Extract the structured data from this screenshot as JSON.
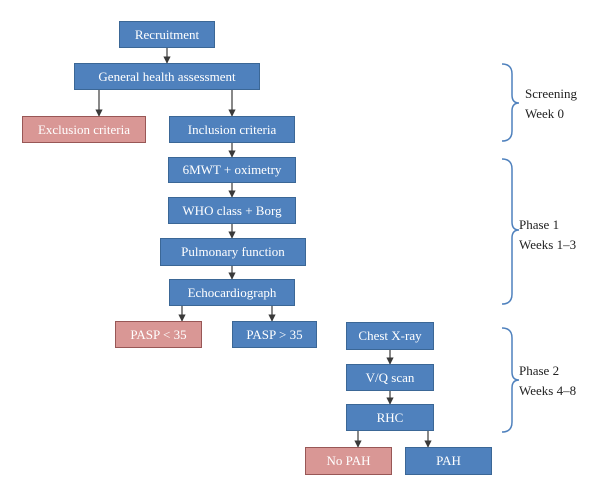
{
  "colors": {
    "process": "#4f81bd",
    "exit": "#d99795",
    "connector": "#3a3a3a",
    "bracket": "#4f81bd"
  },
  "nodes": {
    "recruitment": "Recruitment",
    "general_health": "General health assessment",
    "exclusion": "Exclusion criteria",
    "inclusion": "Inclusion criteria",
    "sixmwt": "6MWT + oximetry",
    "who_class": "WHO class + Borg",
    "pulmonary": "Pulmonary function",
    "echo": "Echocardiograph",
    "pasp_low": "PASP < 35",
    "pasp_high": "PASP > 35",
    "chest_xray": "Chest X-ray",
    "vq_scan": "V/Q scan",
    "rhc": "RHC",
    "no_pah": "No PAH",
    "pah": "PAH"
  },
  "phases": [
    {
      "line1": "Screening",
      "line2": "Week 0"
    },
    {
      "line1": "Phase 1",
      "line2": "Weeks 1–3"
    },
    {
      "line1": "Phase 2",
      "line2": "Weeks 4–8"
    }
  ]
}
